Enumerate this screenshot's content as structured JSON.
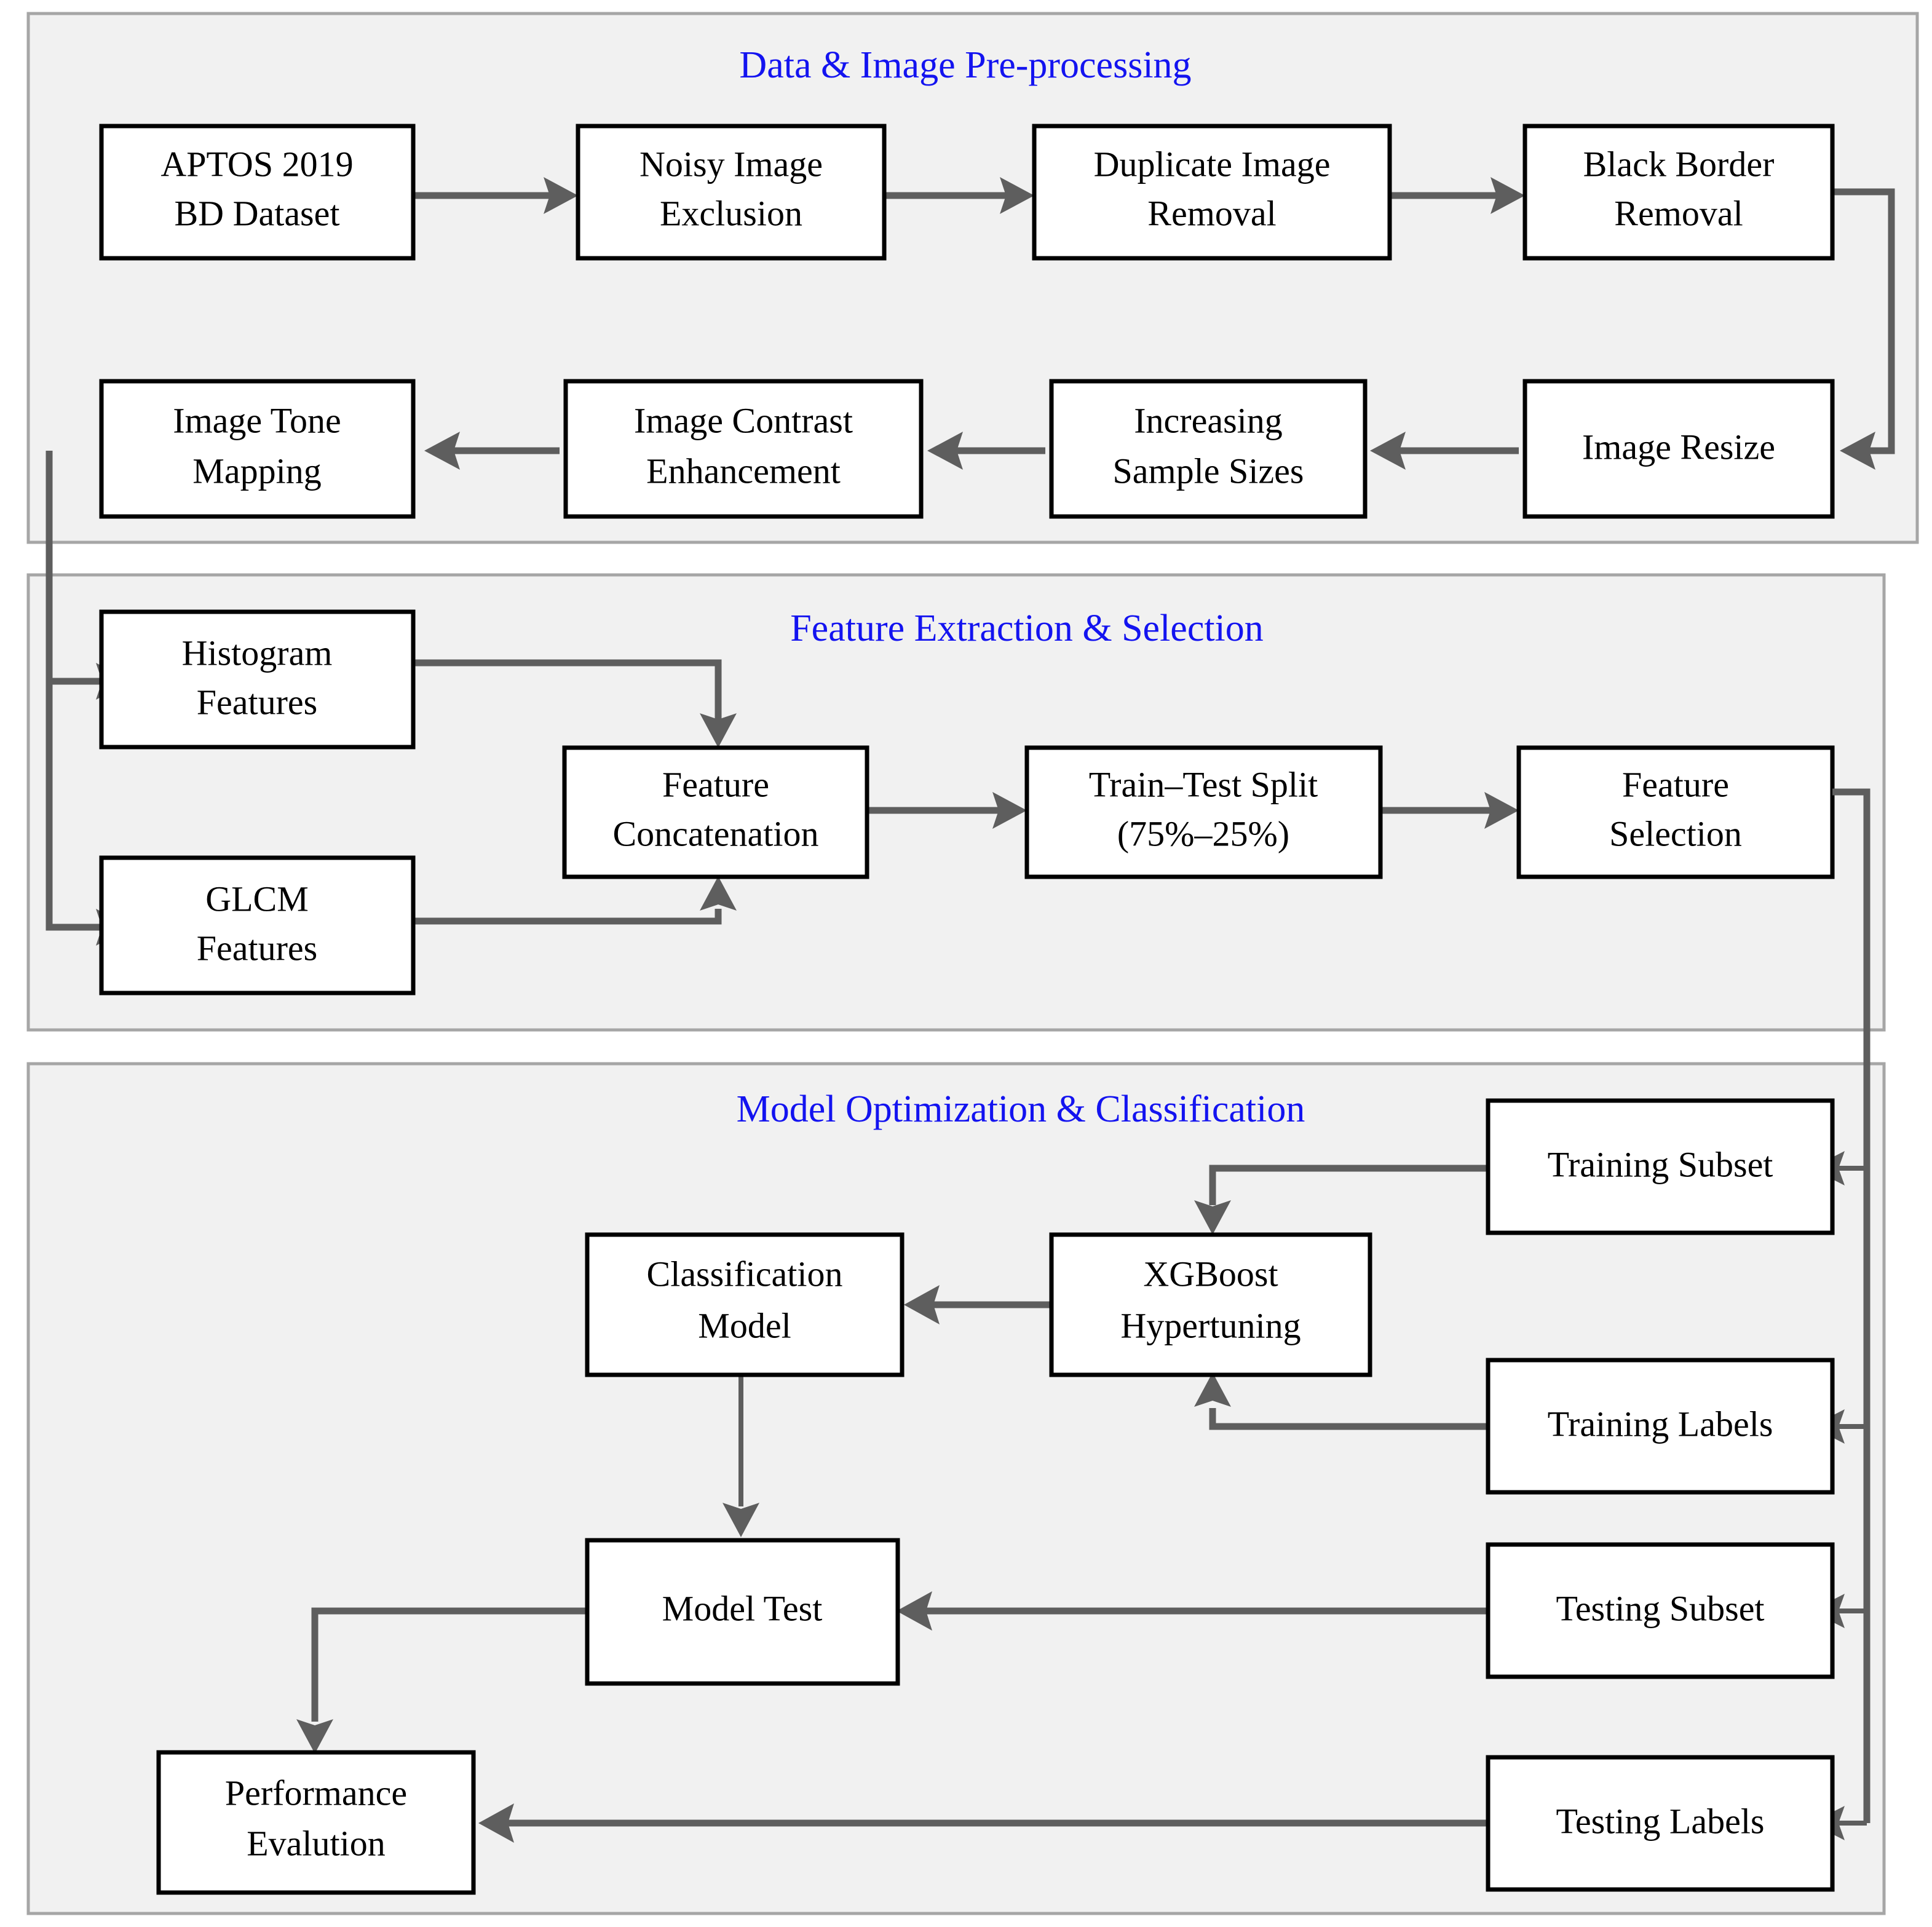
{
  "figure": {
    "kind": "flowchart",
    "background_color": "#ffffff",
    "panel_fill": "#f1f1f1",
    "panel_border_color": "#a6a6a6",
    "node_fill": "#ffffff",
    "node_border_color": "#000000",
    "connector_color": "#5e5e5e",
    "title_color": "#1313f0"
  },
  "panels": [
    {
      "id": "preprocessing",
      "title": "Data & Image Pre-processing",
      "nodes": [
        {
          "id": "aptos",
          "label_line1": "APTOS 2019",
          "label_line2": "BD Dataset"
        },
        {
          "id": "noisy",
          "label_line1": "Noisy Image",
          "label_line2": "Exclusion"
        },
        {
          "id": "duplicate",
          "label_line1": "Duplicate Image",
          "label_line2": "Removal"
        },
        {
          "id": "blackborder",
          "label_line1": "Black Border",
          "label_line2": "Removal"
        },
        {
          "id": "tonemapping",
          "label_line1": "Image Tone",
          "label_line2": "Mapping"
        },
        {
          "id": "contrast",
          "label_line1": "Image Contrast",
          "label_line2": "Enhancement"
        },
        {
          "id": "samplesizes",
          "label_line1": "Increasing",
          "label_line2": "Sample Sizes"
        },
        {
          "id": "resize",
          "label_line1": "Image Resize",
          "label_line2": ""
        }
      ]
    },
    {
      "id": "features",
      "title": "Feature Extraction & Selection",
      "nodes": [
        {
          "id": "histogram",
          "label_line1": "Histogram",
          "label_line2": "Features"
        },
        {
          "id": "glcm",
          "label_line1": "GLCM",
          "label_line2": "Features"
        },
        {
          "id": "concat",
          "label_line1": "Feature",
          "label_line2": "Concatenation"
        },
        {
          "id": "split",
          "label_line1": "Train–Test Split",
          "label_line2": "(75%–25%)"
        },
        {
          "id": "featsel",
          "label_line1": "Feature",
          "label_line2": "Selection"
        }
      ]
    },
    {
      "id": "model",
      "title": "Model Optimization & Classification",
      "nodes": [
        {
          "id": "trainsubset",
          "label_line1": "Training Subset",
          "label_line2": ""
        },
        {
          "id": "trainlabels",
          "label_line1": "Training Labels",
          "label_line2": ""
        },
        {
          "id": "testsubset",
          "label_line1": "Testing Subset",
          "label_line2": ""
        },
        {
          "id": "testlabels",
          "label_line1": "Testing Labels",
          "label_line2": ""
        },
        {
          "id": "xgboost",
          "label_line1": "XGBoost",
          "label_line2": "Hypertuning"
        },
        {
          "id": "classmodel",
          "label_line1": "Classification",
          "label_line2": "Model"
        },
        {
          "id": "modeltest",
          "label_line1": "Model Test",
          "label_line2": ""
        },
        {
          "id": "perfeval",
          "label_line1": "Performance",
          "label_line2": "Evalution"
        }
      ]
    }
  ],
  "flow_edges": [
    {
      "from": "aptos",
      "to": "noisy"
    },
    {
      "from": "noisy",
      "to": "duplicate"
    },
    {
      "from": "duplicate",
      "to": "blackborder"
    },
    {
      "from": "blackborder",
      "to": "resize"
    },
    {
      "from": "resize",
      "to": "samplesizes"
    },
    {
      "from": "samplesizes",
      "to": "contrast"
    },
    {
      "from": "contrast",
      "to": "tonemapping"
    },
    {
      "from": "tonemapping",
      "to": "histogram"
    },
    {
      "from": "tonemapping",
      "to": "glcm"
    },
    {
      "from": "histogram",
      "to": "concat"
    },
    {
      "from": "glcm",
      "to": "concat"
    },
    {
      "from": "concat",
      "to": "split"
    },
    {
      "from": "split",
      "to": "featsel"
    },
    {
      "from": "featsel",
      "to": "trainsubset"
    },
    {
      "from": "featsel",
      "to": "trainlabels"
    },
    {
      "from": "featsel",
      "to": "testsubset"
    },
    {
      "from": "featsel",
      "to": "testlabels"
    },
    {
      "from": "trainsubset",
      "to": "xgboost"
    },
    {
      "from": "trainlabels",
      "to": "xgboost"
    },
    {
      "from": "xgboost",
      "to": "classmodel"
    },
    {
      "from": "classmodel",
      "to": "modeltest"
    },
    {
      "from": "testsubset",
      "to": "modeltest"
    },
    {
      "from": "modeltest",
      "to": "perfeval"
    },
    {
      "from": "testlabels",
      "to": "perfeval"
    }
  ]
}
